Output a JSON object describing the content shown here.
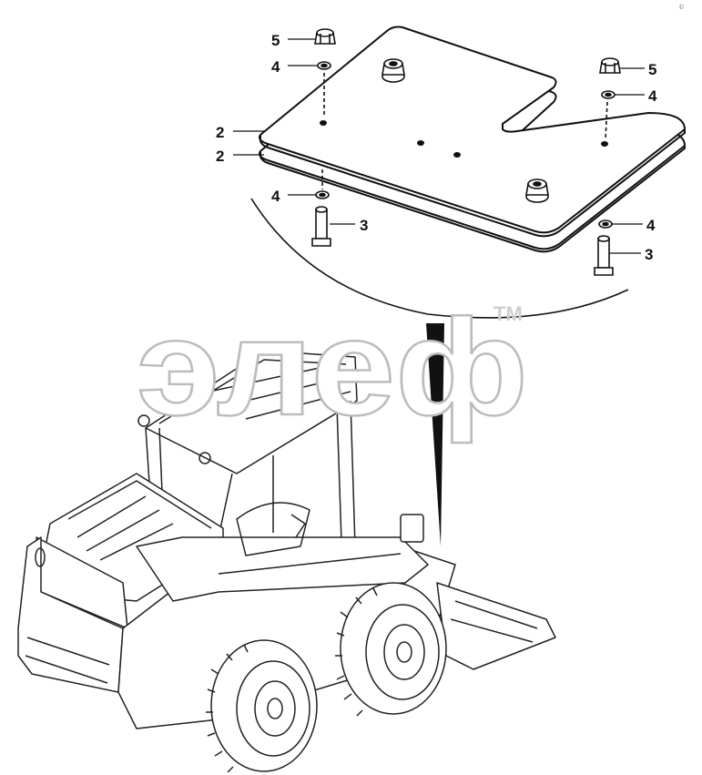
{
  "callouts": {
    "c5a": "5",
    "c4a": "4",
    "c2a": "2",
    "c2b": "2",
    "c5b": "5",
    "c4b": "4",
    "c4c": "4",
    "c3a": "3",
    "c4d": "4",
    "c3b": "3"
  },
  "watermark": {
    "text": "элеф",
    "trademark": "TM"
  },
  "corner_mark": "©"
}
